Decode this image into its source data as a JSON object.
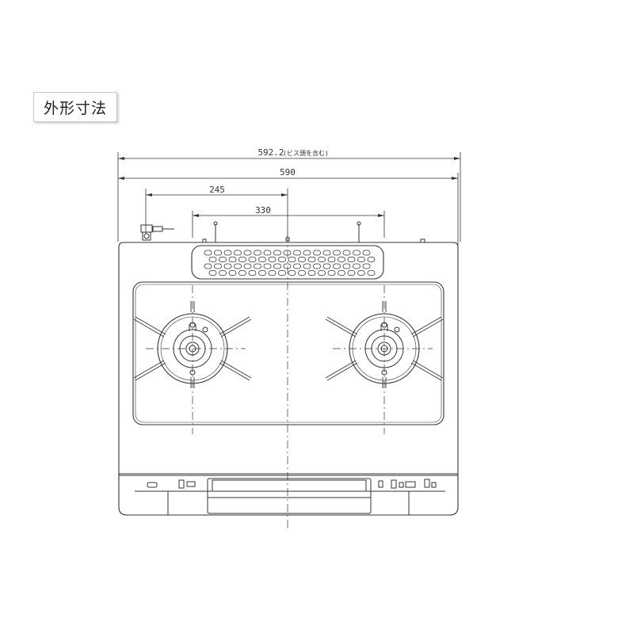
{
  "heading": "外形寸法",
  "dimensions": {
    "overall_with_screws": "592.2",
    "overall_note": "(ビス頭を含む)",
    "overall": "590",
    "burner_offset": "245",
    "burner_spacing": "330"
  }
}
